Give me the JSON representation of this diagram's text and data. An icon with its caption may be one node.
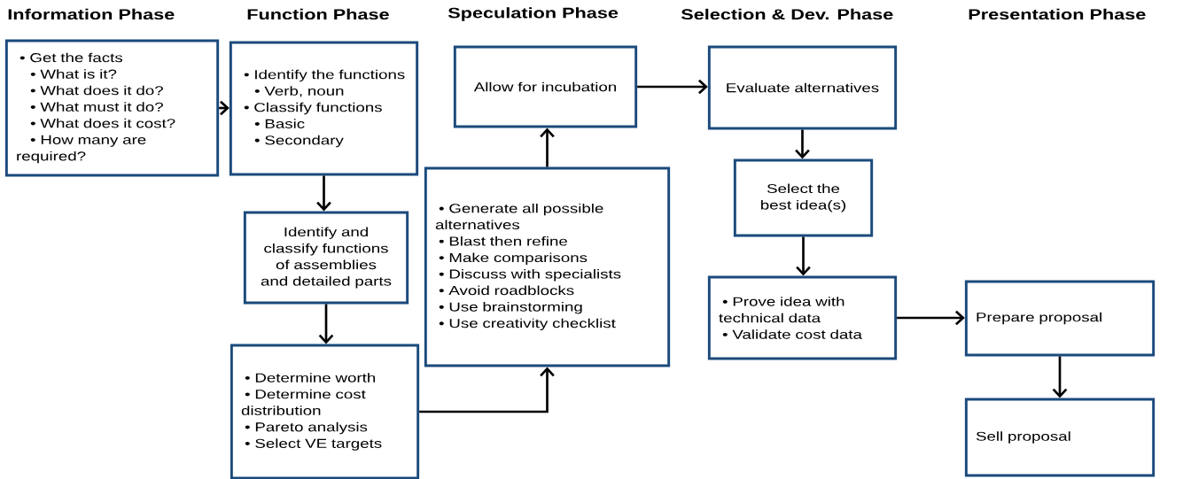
{
  "diagram": {
    "nodes": [
      {
        "text": [
          "• Get the facts",
          "• What is it?",
          "• What does it do?",
          "• What must it do?",
          "• What does it cost?",
          "• How many are required?"
        ]
      },
      {
        "text": [
          "• Identify the functions",
          "• Verb, noun",
          "• Classify functions",
          "• Basic",
          "• Secondary"
        ]
      },
      {
        "text": [
          "Identify and classify functions of assemblies and detailed parts"
        ]
      },
      {
        "text": [
          "• Determine worth",
          "• Determine cost distribution",
          "• Pareto analysis",
          "• Select VE targets"
        ]
      },
      {
        "text": [
          "Allow for incubation"
        ]
      },
      {
        "text": [
          "• Generate all possible alternatives",
          "• Blast then refine",
          "• Make comparisons",
          "• Discuss with specialists",
          "• Avoid roadblocks",
          "• Use brainstorming",
          "• Use creativity checklist"
        ]
      },
      {
        "text": [
          "Evaluate alternatives"
        ]
      },
      {
        "text": [
          "Select the best idea(s)"
        ]
      },
      {
        "text": [
          "• Prove idea with technical data",
          "• Validate cost data"
        ]
      },
      {
        "text": [
          "Prepare proposal"
        ]
      },
      {
        "text": [
          "Sell proposal"
        ]
      }
    ],
    "edges": [
      {
        "from": 0,
        "to": 1,
        "arrow": "to"
      },
      {
        "from": 1,
        "to": 2,
        "arrow": "to"
      },
      {
        "from": 2,
        "to": 3,
        "arrow": "to"
      },
      {
        "from": 3,
        "to": 5,
        "arrow": "to"
      },
      {
        "from": 5,
        "to": 4,
        "arrow": "to"
      },
      {
        "from": 4,
        "to": 6,
        "arrow": "to"
      },
      {
        "from": 6,
        "to": 7,
        "arrow": "to"
      },
      {
        "from": 7,
        "to": 8,
        "arrow": "to"
      },
      {
        "from": 8,
        "to": 9,
        "arrow": "to"
      },
      {
        "from": 9,
        "to": 10,
        "arrow": "to"
      }
    ],
    "labels": [
      "Information Phase",
      "Function Phase",
      "Speculation Phase",
      "Selection & Dev. Phase",
      "Presentation Phase"
    ]
  }
}
